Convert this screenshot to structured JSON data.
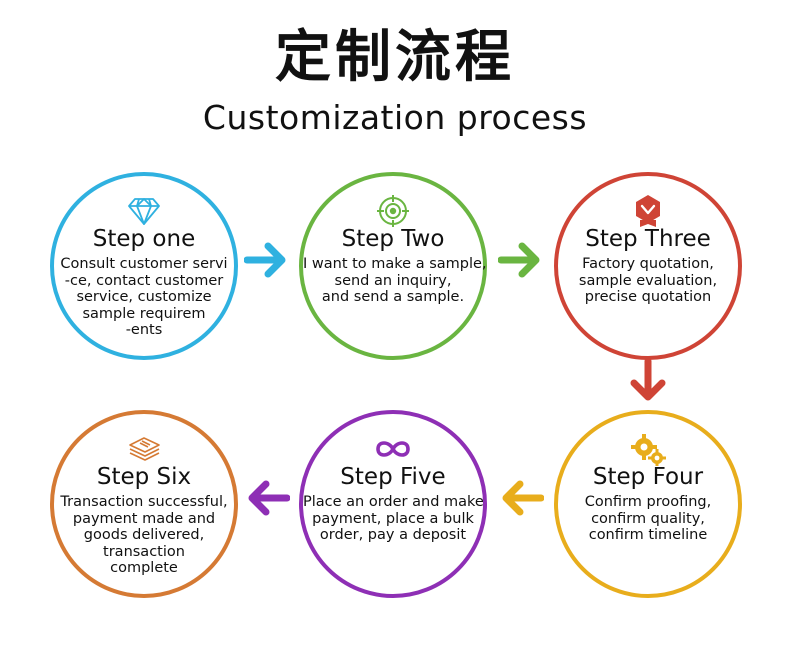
{
  "title_cn": "定制流程",
  "title_en": "Customization process",
  "steps": [
    {
      "title": "Step one",
      "color": "#2fb1e0",
      "icon": "diamond-icon",
      "lines": [
        "Consult customer servi",
        "-ce, contact customer",
        "service, customize",
        "sample requirem",
        "-ents"
      ]
    },
    {
      "title": "Step Two",
      "color": "#6ab541",
      "icon": "target-icon",
      "lines": [
        "I want to make a sample,",
        "send an inquiry,",
        "and send a sample."
      ]
    },
    {
      "title": "Step Three",
      "color": "#cf4436",
      "icon": "badge-icon",
      "lines": [
        "Factory quotation,",
        "sample evaluation,",
        "precise quotation"
      ]
    },
    {
      "title": "Step Four",
      "color": "#e8ad1c",
      "icon": "gears-icon",
      "lines": [
        "Confirm proofing,",
        "confirm quality,",
        "confirm timeline"
      ]
    },
    {
      "title": "Step Five",
      "color": "#8e2fb5",
      "icon": "infinity-icon",
      "lines": [
        "Place an order and make",
        "payment, place a bulk",
        "order, pay a deposit"
      ]
    },
    {
      "title": "Step Six",
      "color": "#d57a34",
      "icon": "money-stack-icon",
      "lines": [
        "Transaction successful,",
        "payment made and",
        "goods delivered,",
        "transaction",
        "complete"
      ]
    }
  ]
}
